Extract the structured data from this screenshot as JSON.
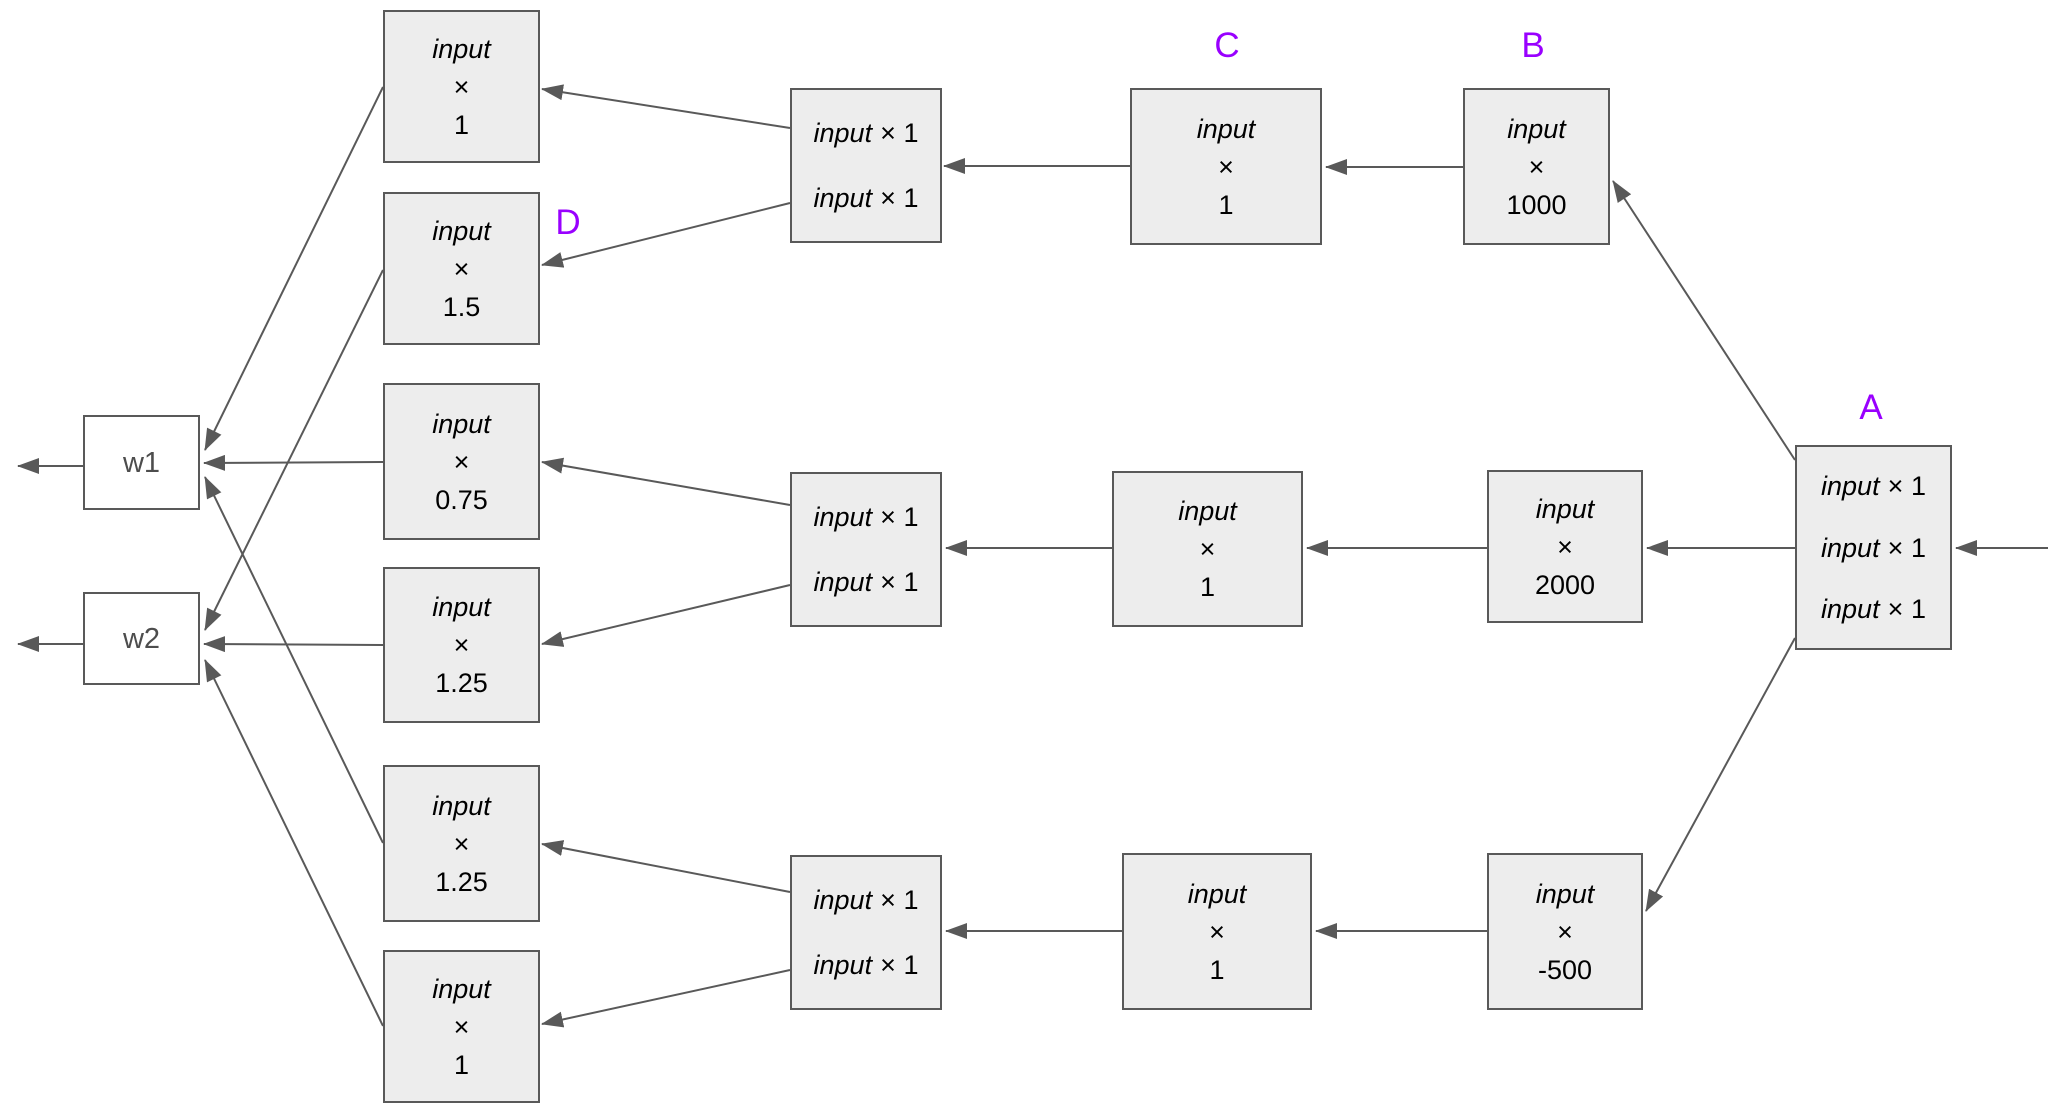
{
  "colors": {
    "annotation": "#9900ff",
    "box_fill": "#ededed",
    "box_border": "#595959",
    "connector": "#595959",
    "background": "#ffffff",
    "text": "#000000"
  },
  "diagram": {
    "annotations": {
      "a": "A",
      "b": "B",
      "c": "C",
      "d": "D"
    },
    "output_nodes": [
      {
        "label": "w1"
      },
      {
        "label": "w2"
      }
    ],
    "scale_boxes": [
      {
        "word": "input",
        "op": "×",
        "value": "1"
      },
      {
        "word": "input",
        "op": "×",
        "value": "1.5"
      },
      {
        "word": "input",
        "op": "×",
        "value": "0.75"
      },
      {
        "word": "input",
        "op": "×",
        "value": "1.25"
      },
      {
        "word": "input",
        "op": "×",
        "value": "1.25"
      },
      {
        "word": "input",
        "op": "×",
        "value": "1"
      }
    ],
    "pair_boxes": [
      {
        "lines": [
          {
            "word": "input",
            "rest": "× 1"
          },
          {
            "word": "input",
            "rest": "× 1"
          }
        ]
      },
      {
        "lines": [
          {
            "word": "input",
            "rest": "× 1"
          },
          {
            "word": "input",
            "rest": "× 1"
          }
        ]
      },
      {
        "lines": [
          {
            "word": "input",
            "rest": "× 1"
          },
          {
            "word": "input",
            "rest": "× 1"
          }
        ]
      }
    ],
    "unit_boxes": [
      {
        "word": "input",
        "op": "×",
        "value": "1"
      },
      {
        "word": "input",
        "op": "×",
        "value": "1"
      },
      {
        "word": "input",
        "op": "×",
        "value": "1"
      }
    ],
    "value_boxes": [
      {
        "word": "input",
        "op": "×",
        "value": "1000"
      },
      {
        "word": "input",
        "op": "×",
        "value": "2000"
      },
      {
        "word": "input",
        "op": "×",
        "value": "-500"
      }
    ],
    "input_box": {
      "lines": [
        {
          "word": "input",
          "rest": "× 1"
        },
        {
          "word": "input",
          "rest": "× 1"
        },
        {
          "word": "input",
          "rest": "× 1"
        }
      ]
    }
  }
}
